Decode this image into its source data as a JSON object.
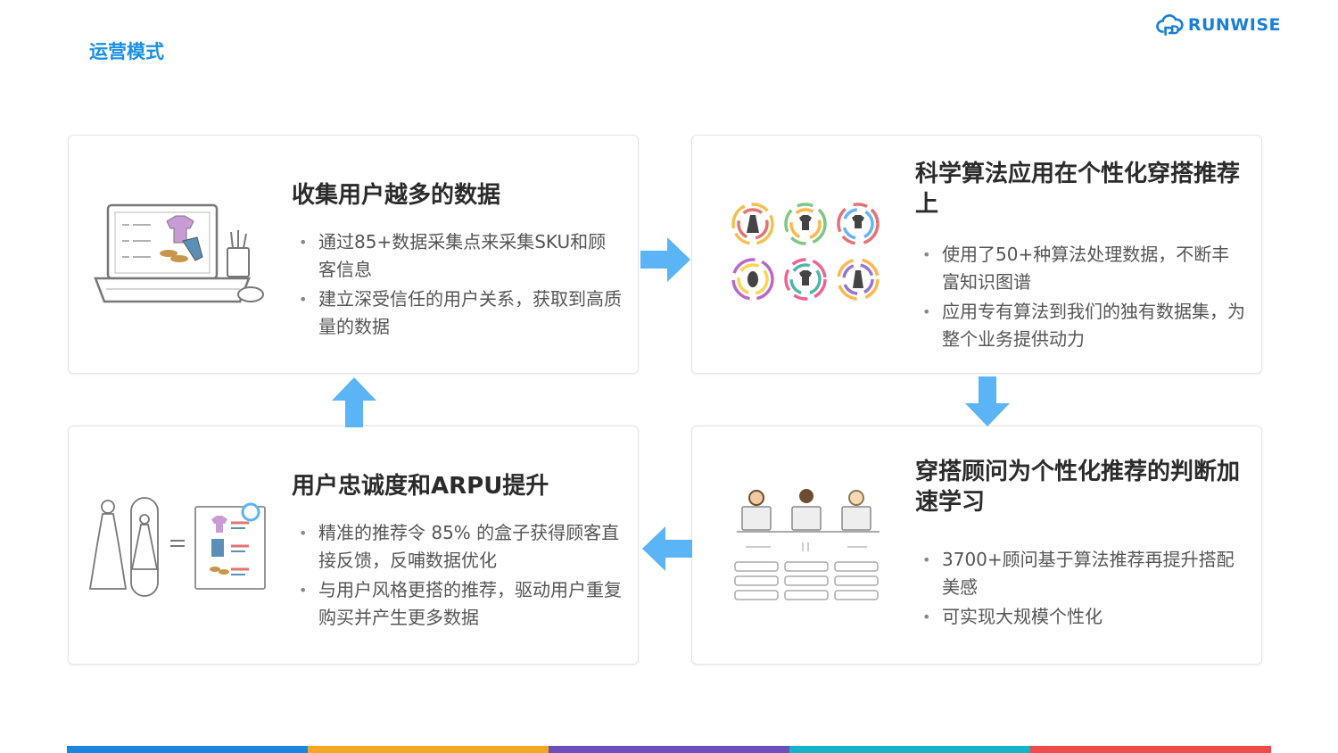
{
  "header": {
    "title": "运营模式",
    "brand": "RUNWISE"
  },
  "cards": [
    {
      "title": "收集用户越多的数据",
      "bullets": [
        "通过85+数据采集点来采集SKU和顾客信息",
        "建立深受信任的用户关系，获取到高质量的数据"
      ]
    },
    {
      "title": "科学算法应用在个性化穿搭推荐上",
      "bullets": [
        "使用了50+种算法处理数据，不断丰富知识图谱",
        "应用专有算法到我们的独有数据集，为整个业务提供动力"
      ]
    },
    {
      "title": "穿搭顾问为个性化推荐的判断加速学习",
      "bullets": [
        "3700+顾问基于算法推荐再提升搭配美感",
        "可实现大规模个性化"
      ]
    },
    {
      "title": "用户忠诚度和ARPU提升",
      "bullets": [
        "精准的推荐令 85% 的盒子获得顾客直接反馈，反哺数据优化",
        "与用户风格更搭的推荐，驱动用户重复购买并产生更多数据"
      ]
    }
  ],
  "colors": {
    "accent": "#1a8fe3",
    "arrow": "#5ab4f5",
    "bar": [
      "#1a86e0",
      "#f5a623",
      "#6b4fbb",
      "#17b3c8",
      "#f04b4b"
    ]
  }
}
